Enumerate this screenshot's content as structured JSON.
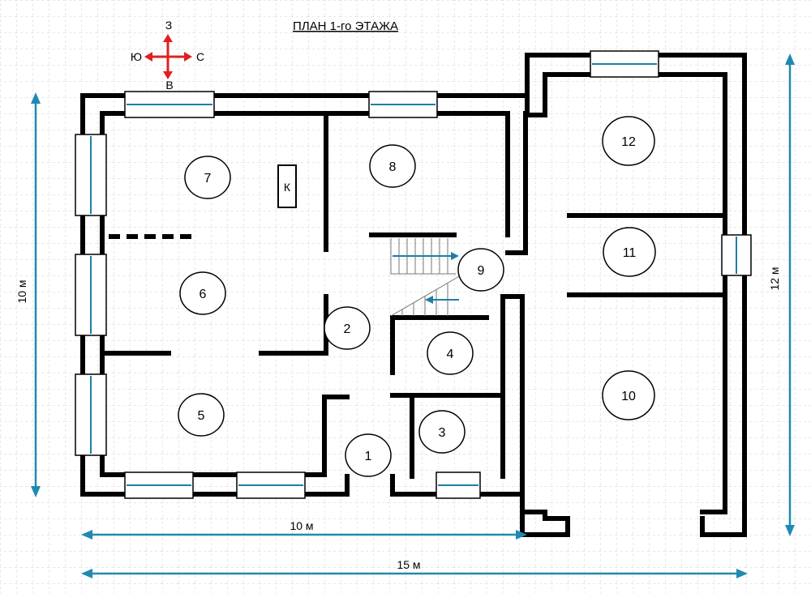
{
  "title": "ПЛАН 1-го ЭТАЖА",
  "compass": {
    "top": "З",
    "left": "Ю",
    "right": "С",
    "bottom": "В",
    "color": "#e02020"
  },
  "dimensions": {
    "left": "10 м",
    "right": "12 м",
    "bottom_inner": "10 м",
    "bottom_outer": "15 м",
    "color": "#1f8ab0"
  },
  "rooms": [
    "1",
    "2",
    "3",
    "4",
    "5",
    "6",
    "7",
    "8",
    "9",
    "10",
    "11",
    "12"
  ],
  "fixtures": {
    "kitchen_stove": "К"
  },
  "colors": {
    "wall": "#000000",
    "window_line": "#1f7ea3",
    "stairs_arrow": "#1f7ea3",
    "grid": "#cfcfcf"
  }
}
